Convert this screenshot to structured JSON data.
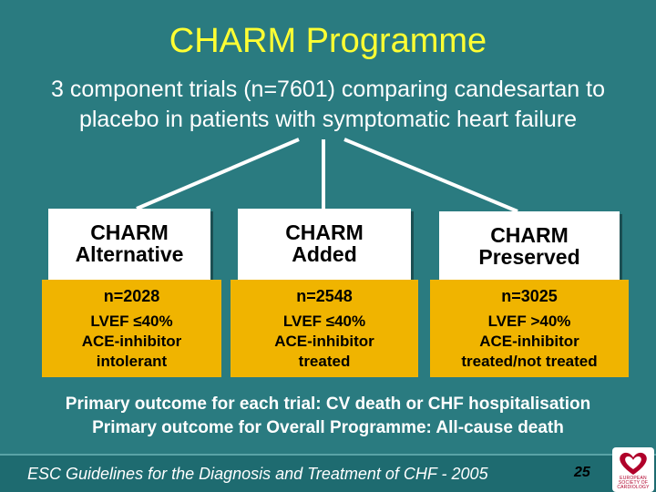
{
  "title": "CHARM Programme",
  "subtitle": {
    "line1": "3 component trials (n=7601) comparing candesartan to",
    "line2": "placebo in patients with symptomatic heart failure"
  },
  "trials": [
    {
      "name_line1": "CHARM",
      "name_line2": "Alternative",
      "n": "n=2028",
      "lvef": "LVEF ≤40%",
      "ace_line1": "ACE-inhibitor",
      "ace_line2": "intolerant"
    },
    {
      "name_line1": "CHARM",
      "name_line2": "Added",
      "n": "n=2548",
      "lvef": "LVEF ≤40%",
      "ace_line1": "ACE-inhibitor",
      "ace_line2": "treated"
    },
    {
      "name_line1": "CHARM",
      "name_line2": "Preserved",
      "n": "n=3025",
      "lvef": "LVEF >40%",
      "ace_line1": "ACE-inhibitor",
      "ace_line2": "treated/not treated"
    }
  ],
  "outcomes": {
    "line1": "Primary outcome for each trial: CV death or CHF hospitalisation",
    "line2": "Primary outcome for Overall Programme: All-cause death"
  },
  "footer": {
    "text": "ESC Guidelines for the Diagnosis and Treatment of CHF - 2005",
    "page": "25",
    "logo_text": "EUROPEAN SOCIETY OF CARDIOLOGY"
  },
  "colors": {
    "background": "#2a7b80",
    "title": "#ffff33",
    "box_body": "#f0b400",
    "box_head": "#ffffff"
  }
}
